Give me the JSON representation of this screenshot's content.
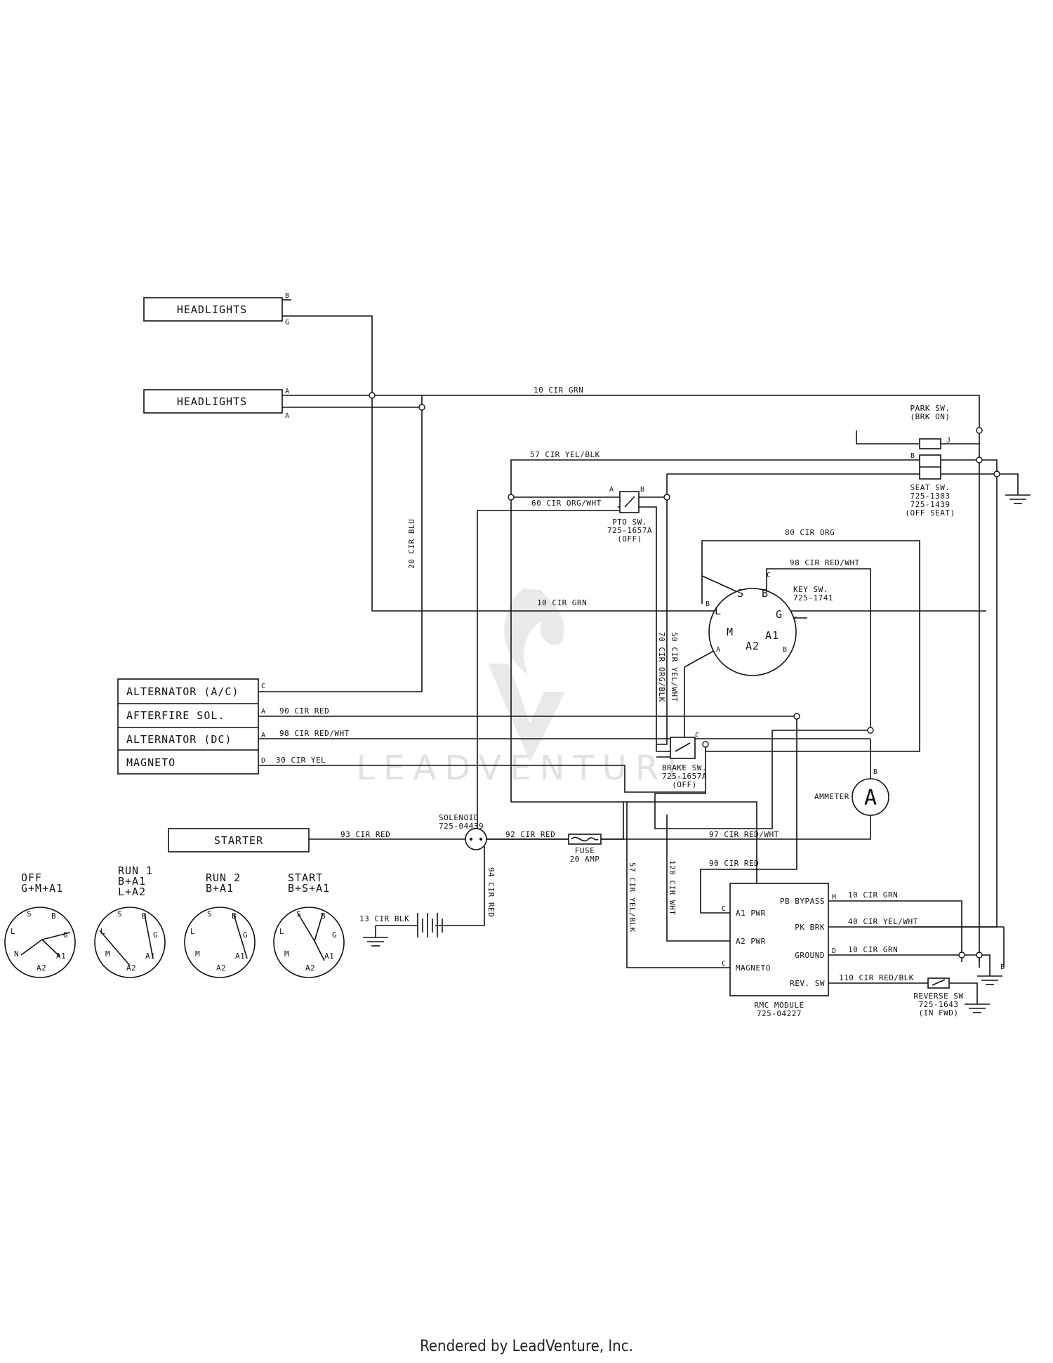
{
  "components": {
    "headlights_1": "HEADLIGHTS",
    "headlights_2": "HEADLIGHTS",
    "alternator_ac": "ALTERNATOR (A/C)",
    "afterfire_sol": "AFTERFIRE SOL.",
    "alternator_dc": "ALTERNATOR (DC)",
    "magneto": "MAGNETO",
    "starter": "STARTER",
    "park_sw": [
      "PARK SW.",
      "(BRK ON)"
    ],
    "seat_sw": [
      "SEAT SW.",
      "725-1303",
      "725-1439",
      "(OFF SEAT)"
    ],
    "pto_sw": [
      "PTO SW.",
      "725-1657A",
      "(OFF)"
    ],
    "key_sw": [
      "KEY SW.",
      "725-1741"
    ],
    "brake_sw": [
      "BRAKE SW.",
      "725-1657A",
      "(OFF)"
    ],
    "ammeter": "AMMETER",
    "ammeter_symbol": "A",
    "solenoid": [
      "SOLENOID",
      "725-04439"
    ],
    "fuse": [
      "FUSE",
      "20 AMP"
    ],
    "rmc_module": [
      "RMC MODULE",
      "725-04227"
    ],
    "reverse_sw": [
      "REVERSE SW",
      "725-1643",
      "(IN FWD)"
    ]
  },
  "rmc_terminals": {
    "a1_pwr": "A1 PWR",
    "a2_pwr": "A2 PWR",
    "magneto": "MAGNETO",
    "pb_bypass": "PB BYPASS",
    "pk_brk": "PK BRK",
    "ground": "GROUND",
    "rev_sw": "REV. SW"
  },
  "wires": {
    "w10_top": "10 CIR GRN",
    "w57_top": "57 CIR YEL/BLK",
    "w60": "60 CIR ORG/WHT",
    "w80": "80 CIR ORG",
    "w98_key": "98 CIR RED/WHT",
    "w10_mid": "10 CIR GRN",
    "w20": "20 CIR BLU",
    "w70": "70 CIR ORG/BLK",
    "w50": "50 CIR YEL/WHT",
    "w90_top": "90 CIR RED",
    "w98_alt": "98 CIR RED/WHT",
    "w30": "30 CIR YEL",
    "w93": "93 CIR RED",
    "w92": "92 CIR RED",
    "w97": "97 CIR RED/WHT",
    "w90_low": "90 CIR RED",
    "w94": "94 CIR RED",
    "w57_low": "57 CIR YEL/BLK",
    "w120": "120 CIR WHT",
    "w13": "13 CIR BLK",
    "w10_pb": "10 CIR GRN",
    "w40": "40 CIR YEL/WHT",
    "w10_gnd": "10 CIR GRN",
    "w110": "110 CIR RED/BLK"
  },
  "pins": {
    "hl1_b": "B",
    "hl1_g": "G",
    "hl2_a1": "A",
    "hl2_a2": "A",
    "alt_ac_c": "C",
    "afs_a": "A",
    "alt_dc_a": "A",
    "mag_d": "D",
    "park_j": "J",
    "seat_b": "B",
    "pto_a": "A",
    "pto_b": "B",
    "brake_c": "C",
    "ammeter_b": "B",
    "key_c_top": "C",
    "key_b_left": "B",
    "key_c_right": "C",
    "key_a": "A",
    "key_b_low": "B",
    "rmc_h": "H",
    "rmc_d": "D",
    "rmc_c1": "C",
    "rmc_c2": "C",
    "gnd_e": "E"
  },
  "key_terminals": {
    "s": "S",
    "b": "B",
    "l": "L",
    "g": "G",
    "m": "M",
    "a1": "A1",
    "a2": "A2"
  },
  "key_positions": [
    {
      "title": "OFF",
      "combo": [
        "G+M+A1"
      ]
    },
    {
      "title": "RUN 1",
      "combo": [
        "B+A1",
        "L+A2"
      ]
    },
    {
      "title": "RUN 2",
      "combo": [
        "B+A1"
      ]
    },
    {
      "title": "START",
      "combo": [
        "B+S+A1"
      ]
    }
  ],
  "dial_labels": {
    "s": "S",
    "b": "B",
    "l": "L",
    "g": "G",
    "m": "M",
    "n": "N",
    "a1": "A1",
    "a2": "A2"
  },
  "watermark": "LEADVENTURE",
  "footer": "Rendered by LeadVenture, Inc."
}
